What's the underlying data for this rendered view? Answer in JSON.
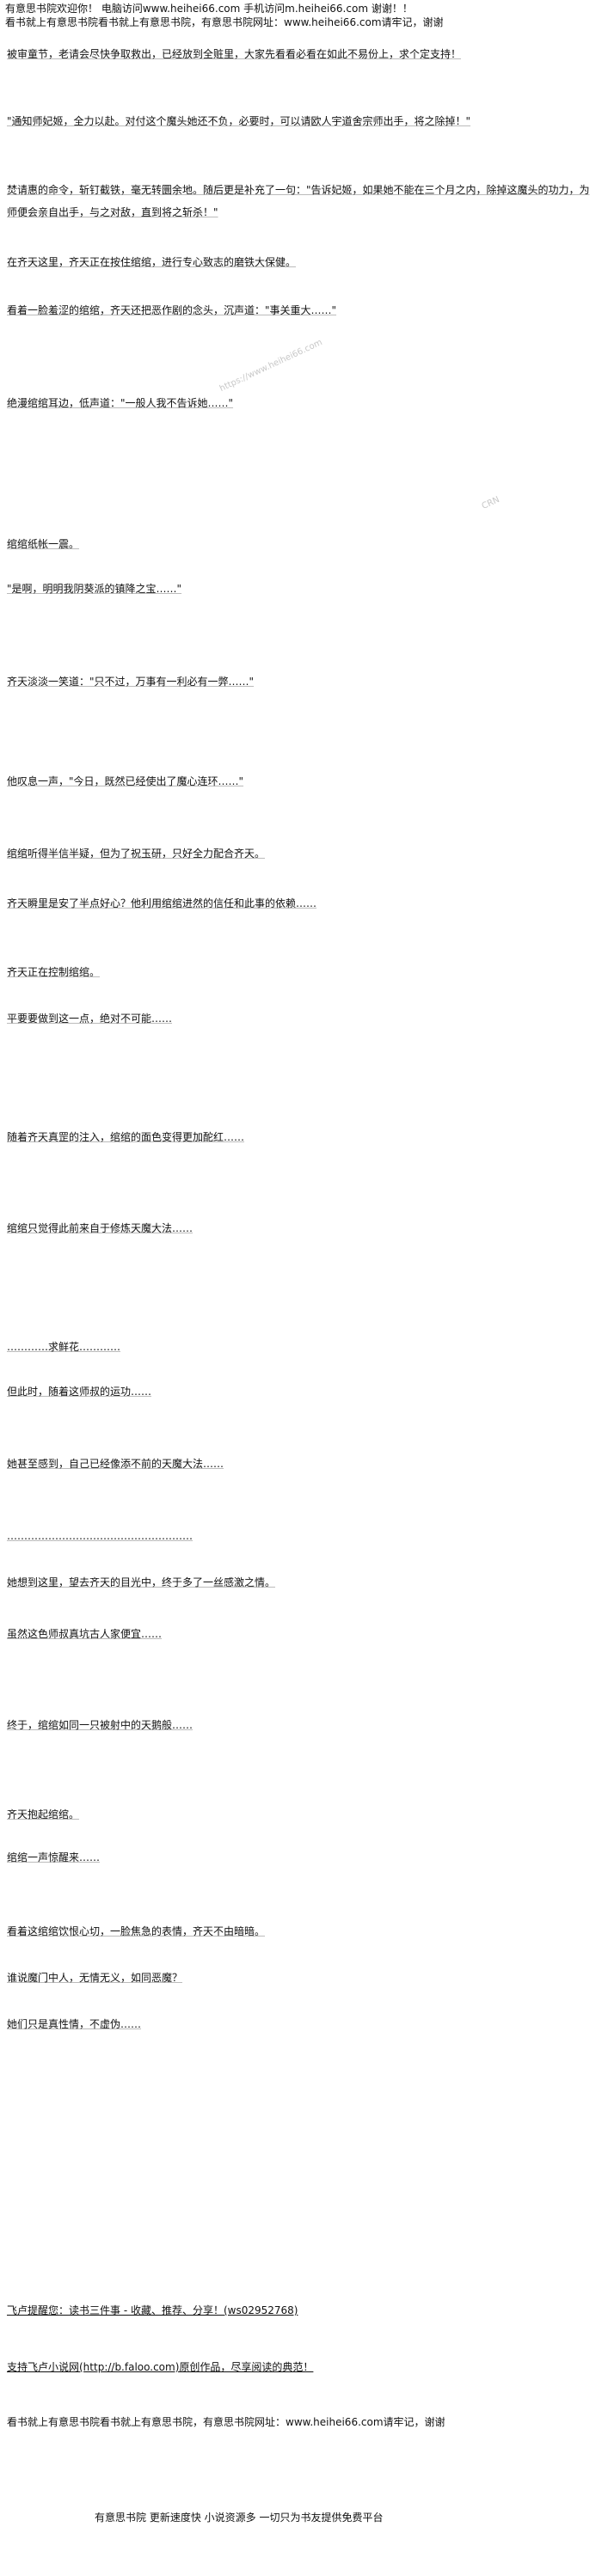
{
  "header": {
    "line1": "有意思书院欢迎你！ 电脑访问www.heihei66.com 手机访问m.heihei66.com 谢谢！！",
    "line2": "看书就上有意思书院看书就上有意思书院，有意思书院网址：www.heihei66.com请牢记，谢谢"
  },
  "paragraphs": [
    "被审童节，老请会尽快争取救出，已经放到全赃里，大家先看看必看在如此不易份上，求个定支持！",
    "\"通知师妃姬，全力以赴。对付这个魔头她还不负，必要时，可以请欧人宇道舍宗师出手，将之除掉！\"",
    "焚请惠的命令，斩钉截铁，毫无转圜余地。随后更是补充了一句：\"告诉妃姬，如果她不能在三个月之内，除掉这魔头的功力，为师便会亲自出手，与之对敌，直到将之斩杀！\"",
    "在齐天这里，齐天正在按住绾绾，进行专心致志的磨铁大保健。",
    "看着一脸羞涩的绾绾，齐天还把恶作剧的念头，沉声道：\"事关重大……\"",
    "绝漫绾绾耳边，低声道：\"一般人我不告诉她……\"",
    "绾绾纸帐一震。",
    "\"是啊，明明我阴葵派的镇降之宝……\"",
    "齐天淡淡一笑道：\"只不过，万事有一利必有一弊……\"",
    "他叹息一声，\"今日，既然已经使出了魔心连环……\"",
    "绾绾听得半信半疑，但为了祝玉研，只好全力配合齐天。",
    "齐天瞬里是安了半点好心？他利用绾绾进然的信任和此事的依赖……",
    "齐天正在控制绾绾。",
    "平要要做到这一点，绝对不可能……",
    "随着齐天真罡的注入，绾绾的面色变得更加酡红……",
    "绾绾只觉得此前来自于修炼天魔大法……",
    "…………求鲜花…………",
    "但此时，随着这师叔的运功……",
    "她甚至感到，自己已经像添不前的天魔大法……",
    "………………………………………………",
    "她想到这里，望去齐天的目光中，终于多了一丝感激之情。",
    "虽然这色师叔真坑古人家便宜……",
    "终于，绾绾如同一只被射中的天鹅般……",
    "齐天抱起绾绾。",
    "绾绾一声惊醒来……",
    "看着这绾绾饮恨心切，一脸焦急的表情，齐天不由暗暗。",
    "谁说魔门中人，无情无义，如同恶魔？",
    "她们只是真性情，不虚伪……"
  ],
  "footer": {
    "fly": "飞卢提醒您：读书三件事 - 收藏、推荐、分享！(ws02952768)",
    "support": "支持飞卢小说网(http://b.faloo.com)原创作品，尽享阅读的典范！",
    "repeat": "看书就上有意思书院看书就上有意思书院，有意思书院网址：www.heihei66.com请牢记，谢谢",
    "slogan": "有意思书院 更新速度快 小说资源多 一切只为书友提供免费平台"
  },
  "watermarks": [
    "https://www.heihei66.com",
    "CRN"
  ]
}
